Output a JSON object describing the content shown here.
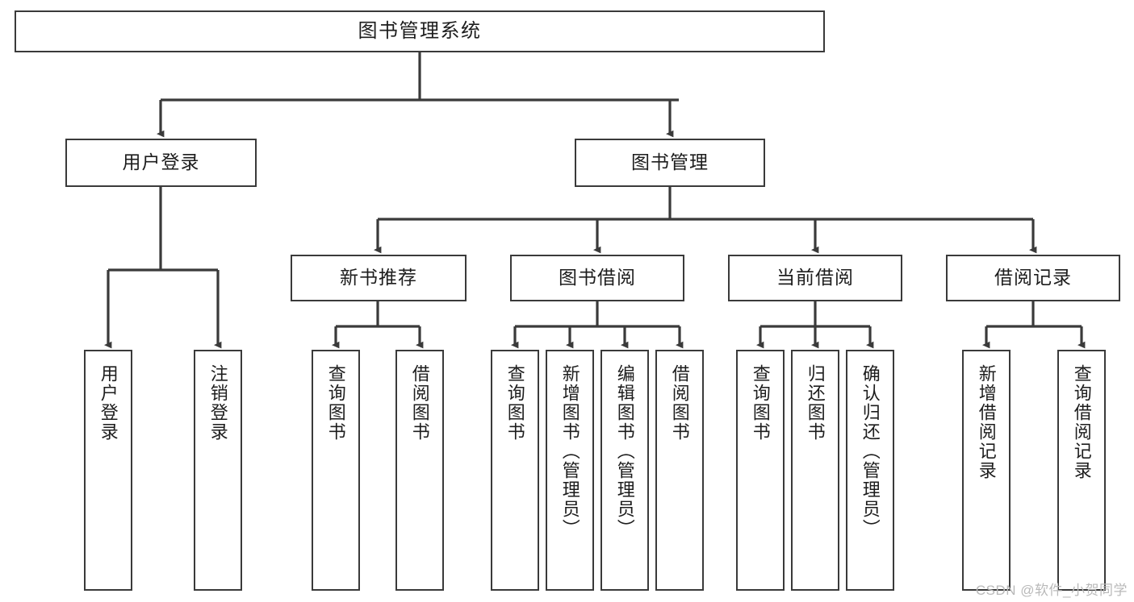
{
  "diagram": {
    "title": "图书管理系统",
    "watermark": "CSDN @软件_小贺同学",
    "colors": {
      "box_border": "#3a3a3a",
      "box_fill": "#ffffff",
      "connector": "#3a3a3a",
      "text": "#1d1d1d",
      "watermark": "#b9b9b9",
      "background": "#ffffff"
    },
    "root": {
      "label": "图书管理系统"
    },
    "level2": [
      {
        "label": "用户登录"
      },
      {
        "label": "图书管理"
      }
    ],
    "level3": [
      {
        "label": "新书推荐"
      },
      {
        "label": "图书借阅"
      },
      {
        "label": "当前借阅"
      },
      {
        "label": "借阅记录"
      }
    ],
    "leaves": {
      "user_login": [
        {
          "label": "用户登录"
        },
        {
          "label": "注销登录"
        }
      ],
      "new_book_recommend": [
        {
          "label": "查询图书"
        },
        {
          "label": "借阅图书"
        }
      ],
      "book_borrow": [
        {
          "label": "查询图书"
        },
        {
          "label": "新增图书（管理员）"
        },
        {
          "label": "编辑图书（管理员）"
        },
        {
          "label": "借阅图书"
        }
      ],
      "current_borrow": [
        {
          "label": "查询图书"
        },
        {
          "label": "归还图书"
        },
        {
          "label": "确认归还（管理员）"
        }
      ],
      "borrow_record": [
        {
          "label": "新增借阅记录"
        },
        {
          "label": "查询借阅记录"
        }
      ]
    }
  }
}
